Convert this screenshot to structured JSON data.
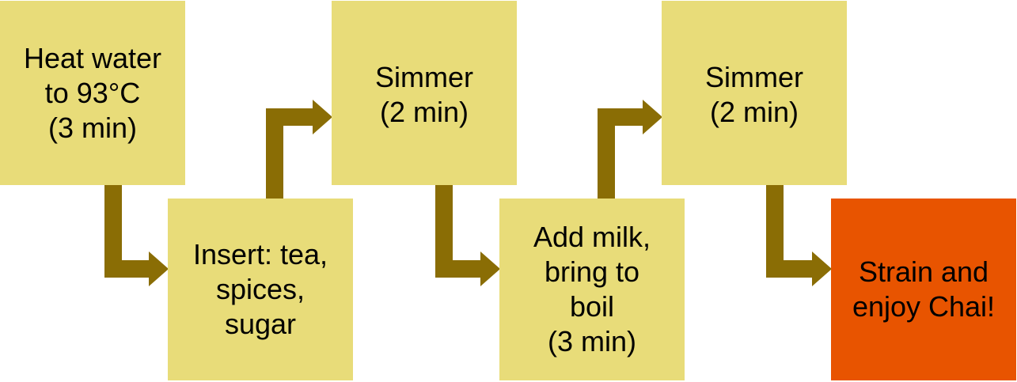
{
  "colors": {
    "box_fill": "#e8dc79",
    "final_fill": "#e85400",
    "arrow": "#8a6d05",
    "text": "#000000"
  },
  "steps": [
    {
      "label": "Heat water\nto 93°C\n(3 min)",
      "highlight": false
    },
    {
      "label": "Insert: tea,\nspices,\nsugar",
      "highlight": false
    },
    {
      "label": "Simmer\n(2 min)",
      "highlight": false
    },
    {
      "label": "Add milk,\nbring to\nboil\n(3 min)",
      "highlight": false
    },
    {
      "label": "Simmer\n(2 min)",
      "highlight": false
    },
    {
      "label": "Strain and\nenjoy Chai!",
      "highlight": true
    }
  ]
}
